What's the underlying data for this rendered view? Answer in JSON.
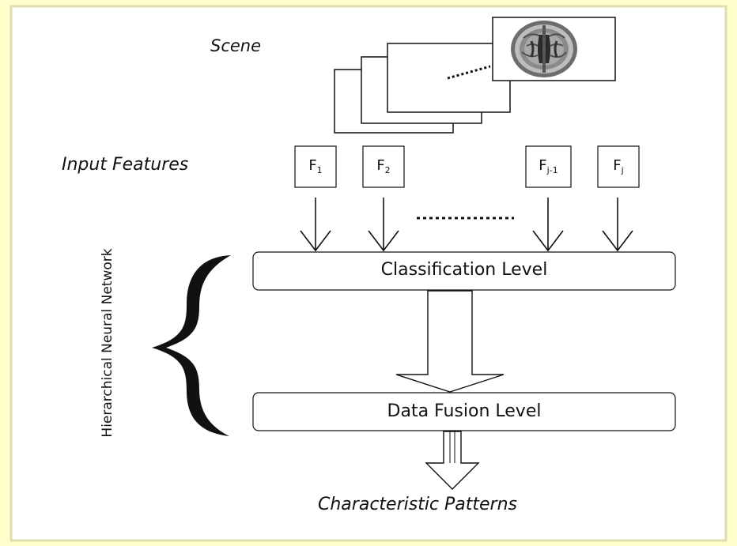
{
  "colors": {
    "background": "#ffffcc",
    "panel": "#ffffff",
    "border": "#e0dcb0",
    "ink": "#111111"
  },
  "labels": {
    "scene": "Scene",
    "input_features": "Input Features",
    "hierarchical_network": "Hierarchical Neural Network",
    "characteristic_patterns": "Characteristic Patterns"
  },
  "features": [
    {
      "base": "F",
      "sub": "1"
    },
    {
      "base": "F",
      "sub": "2"
    },
    {
      "base": "F",
      "sub": "j-1"
    },
    {
      "base": "F",
      "sub": "j"
    }
  ],
  "levels": {
    "classification": "Classification Level",
    "fusion": "Data Fusion Level"
  },
  "icons": {
    "scene_image": "brain-mri-icon",
    "group_brace": "curly-brace-icon"
  }
}
